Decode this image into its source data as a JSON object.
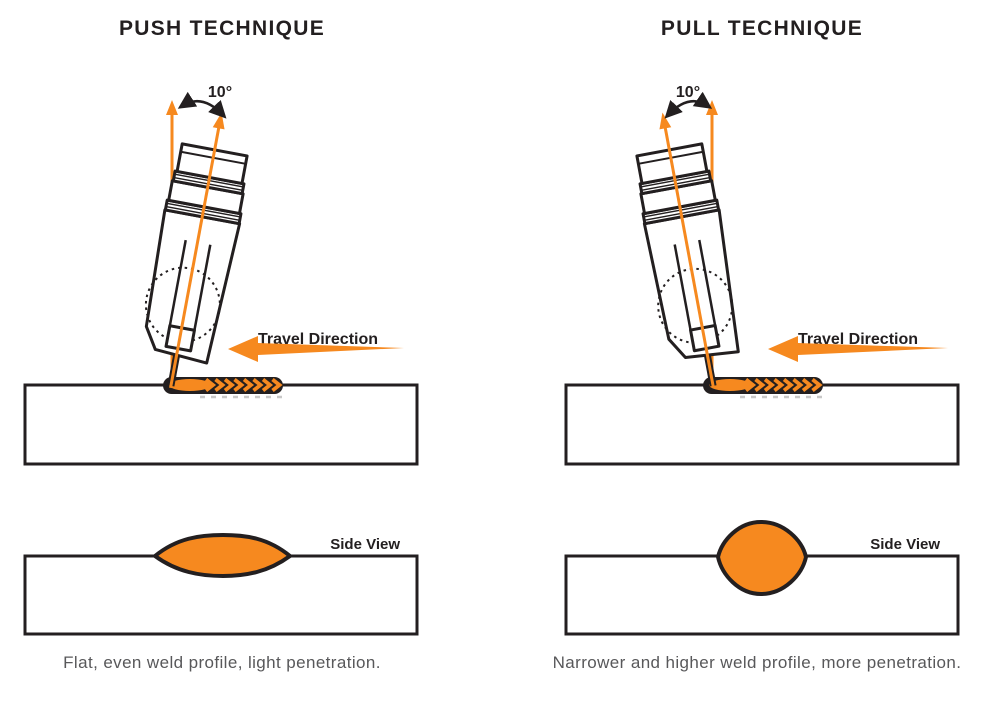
{
  "colors": {
    "orange": "#F6891F",
    "ink": "#231F20",
    "caption_gray": "#58585A"
  },
  "push": {
    "title": "PUSH TECHNIQUE",
    "angle_label": "10°",
    "travel_label": "Travel Direction",
    "side_view_label": "Side View",
    "caption": "Flat, even weld profile, light penetration."
  },
  "pull": {
    "title": "PULL TECHNIQUE",
    "angle_label": "10°",
    "travel_label": "Travel Direction",
    "side_view_label": "Side View",
    "caption": "Narrower and higher weld profile, more penetration."
  }
}
